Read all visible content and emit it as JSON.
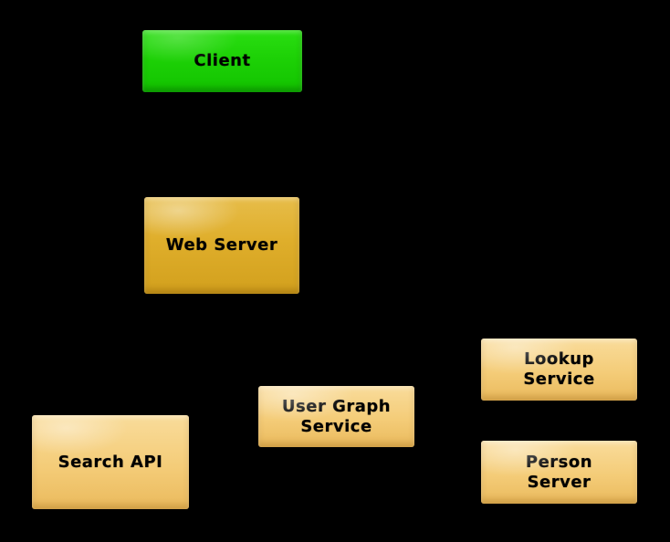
{
  "diagram": {
    "background_color": "#000000",
    "label_text_color": "#000000",
    "node_colors": {
      "client_green": "#1dd106",
      "web_server_gold": "#dfae2b",
      "service_tan": "#f4cc78"
    },
    "nodes": [
      {
        "id": "client",
        "label": "Client",
        "lines": [
          "Client"
        ],
        "fill": "#1dd106"
      },
      {
        "id": "web-server",
        "label": "Web Server",
        "lines": [
          "Web Server"
        ],
        "fill": "#dfae2b"
      },
      {
        "id": "search-api",
        "label": "Search API",
        "lines": [
          "Search API"
        ],
        "fill": "#f4cc78"
      },
      {
        "id": "user-graph-service",
        "label": "User Graph Service",
        "lines": [
          "User Graph",
          "Service"
        ],
        "fill": "#f4cc78"
      },
      {
        "id": "lookup-service",
        "label": "Lookup Service",
        "lines": [
          "Lookup",
          "Service"
        ],
        "fill": "#f4cc78"
      },
      {
        "id": "person-server",
        "label": "Person Server",
        "lines": [
          "Person",
          "Server"
        ],
        "fill": "#f4cc78"
      }
    ]
  }
}
